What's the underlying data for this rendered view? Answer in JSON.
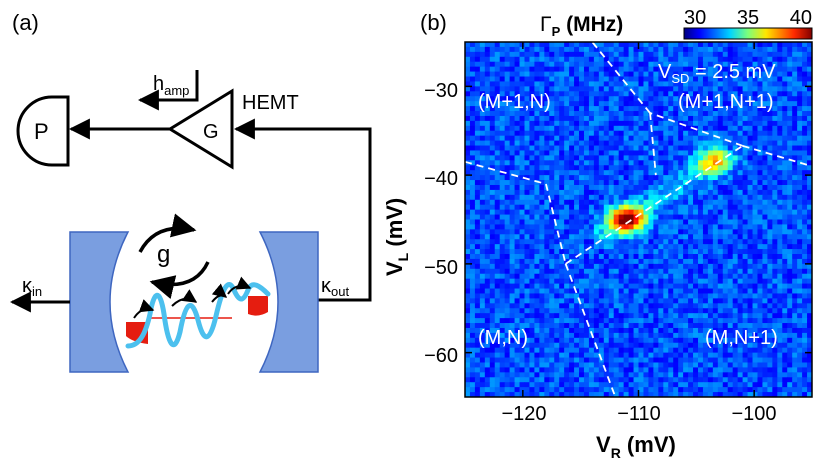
{
  "panel_a": {
    "label": "(a)",
    "detector_label": "P",
    "amplifier_label": "G",
    "hemt_label": "HEMT",
    "h_amp": {
      "base": "h",
      "sub": "amp"
    },
    "coupling_label": "g",
    "kappa_in": {
      "base": "κ",
      "sub": "in"
    },
    "kappa_out": {
      "base": "κ",
      "sub": "out"
    },
    "colors": {
      "mirror": "#7a9ee0",
      "wave": "#4cc0ee",
      "reservoir": "#e51d10"
    }
  },
  "panel_b": {
    "label": "(b)",
    "colorbar": {
      "label_base": "Γ",
      "label_sub": "P",
      "label_unit": " (MHz)",
      "ticks": [
        "30",
        "35",
        "40"
      ],
      "min": 30,
      "max": 40
    },
    "bias_label": {
      "base": "V",
      "sub": "SD",
      "rest": " = 2.5 mV"
    },
    "regions": [
      "(M+1,N)",
      "(M+1,N+1)",
      "(M,N)",
      "(M,N+1)"
    ],
    "xlabel": {
      "base": "V",
      "sub": "R",
      "unit": " (mV)"
    },
    "ylabel": {
      "base": "V",
      "sub": "L",
      "unit": " (mV)"
    },
    "x_ticks": [
      "−120",
      "−110",
      "−100"
    ],
    "y_ticks": [
      "−30",
      "−40",
      "−50",
      "−60"
    ]
  },
  "chart_data": {
    "type": "heatmap",
    "x_range": [
      -125,
      -95
    ],
    "y_range": [
      -65,
      -25
    ],
    "x_tick_values": [
      -120,
      -110,
      -100
    ],
    "y_tick_values": [
      -30,
      -40,
      -50,
      -60
    ],
    "z_range": [
      30,
      40
    ],
    "background_level": 32,
    "hotspots": [
      {
        "x": -111,
        "y": -45,
        "peak": 40
      },
      {
        "x": -103.5,
        "y": -38.5,
        "peak": 36
      }
    ],
    "boundary_lines": [
      [
        [
          -125,
          -38.5
        ],
        [
          -118,
          -41
        ]
      ],
      [
        [
          -118,
          -41
        ],
        [
          -116.3,
          -50
        ]
      ],
      [
        [
          -116.3,
          -50
        ],
        [
          -112,
          -65
        ]
      ],
      [
        [
          -116.3,
          -50
        ],
        [
          -101,
          -36.7
        ]
      ],
      [
        [
          -101,
          -36.7
        ],
        [
          -95,
          -39
        ]
      ],
      [
        [
          -101,
          -36.7
        ],
        [
          -109,
          -33
        ]
      ],
      [
        [
          -109,
          -33
        ],
        [
          -114,
          -25
        ]
      ],
      [
        [
          -109,
          -33
        ],
        [
          -108.5,
          -40
        ]
      ]
    ],
    "grid": false
  }
}
